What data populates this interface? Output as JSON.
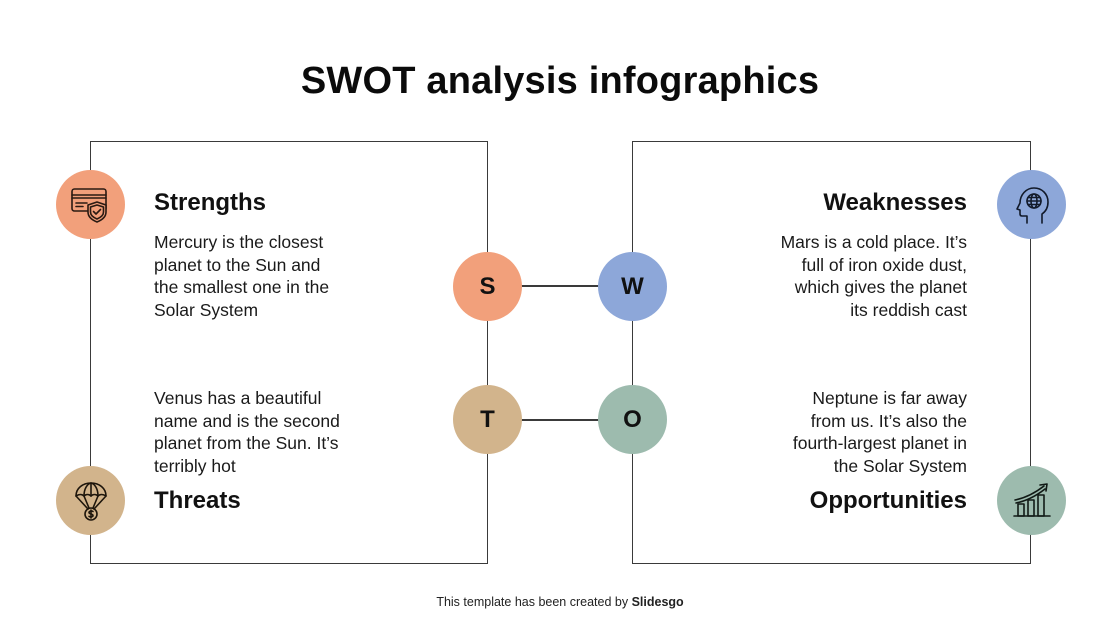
{
  "title": "SWOT analysis infographics",
  "colors": {
    "strengths": "#F2A07B",
    "weaknesses": "#8DA7D9",
    "threats": "#D2B48C",
    "opportunities": "#9DBBAE",
    "line": "#3A3A3A"
  },
  "quadrants": {
    "strengths": {
      "letter": "S",
      "heading": "Strengths",
      "icon": "credit-card-shield-icon",
      "lines": [
        "Mercury is the closest",
        "planet to the Sun and",
        "the smallest one in the",
        "Solar System"
      ]
    },
    "weaknesses": {
      "letter": "W",
      "heading": "Weaknesses",
      "icon": "head-globe-icon",
      "lines": [
        "Mars is a cold place. It’s",
        "full of iron oxide dust,",
        "which gives the planet",
        "its reddish cast"
      ]
    },
    "threats": {
      "letter": "T",
      "heading": "Threats",
      "icon": "parachute-money-icon",
      "lines": [
        "Venus has a beautiful",
        "name and is the second",
        "planet from the Sun. It’s",
        "terribly hot"
      ]
    },
    "opportunities": {
      "letter": "O",
      "heading": "Opportunities",
      "icon": "growth-chart-icon",
      "lines": [
        "Neptune is far away",
        "from us. It’s also the",
        "fourth-largest planet in",
        "the Solar System"
      ]
    }
  },
  "footer": {
    "prefix": "This template has been created by ",
    "brand": "Slidesgo"
  }
}
